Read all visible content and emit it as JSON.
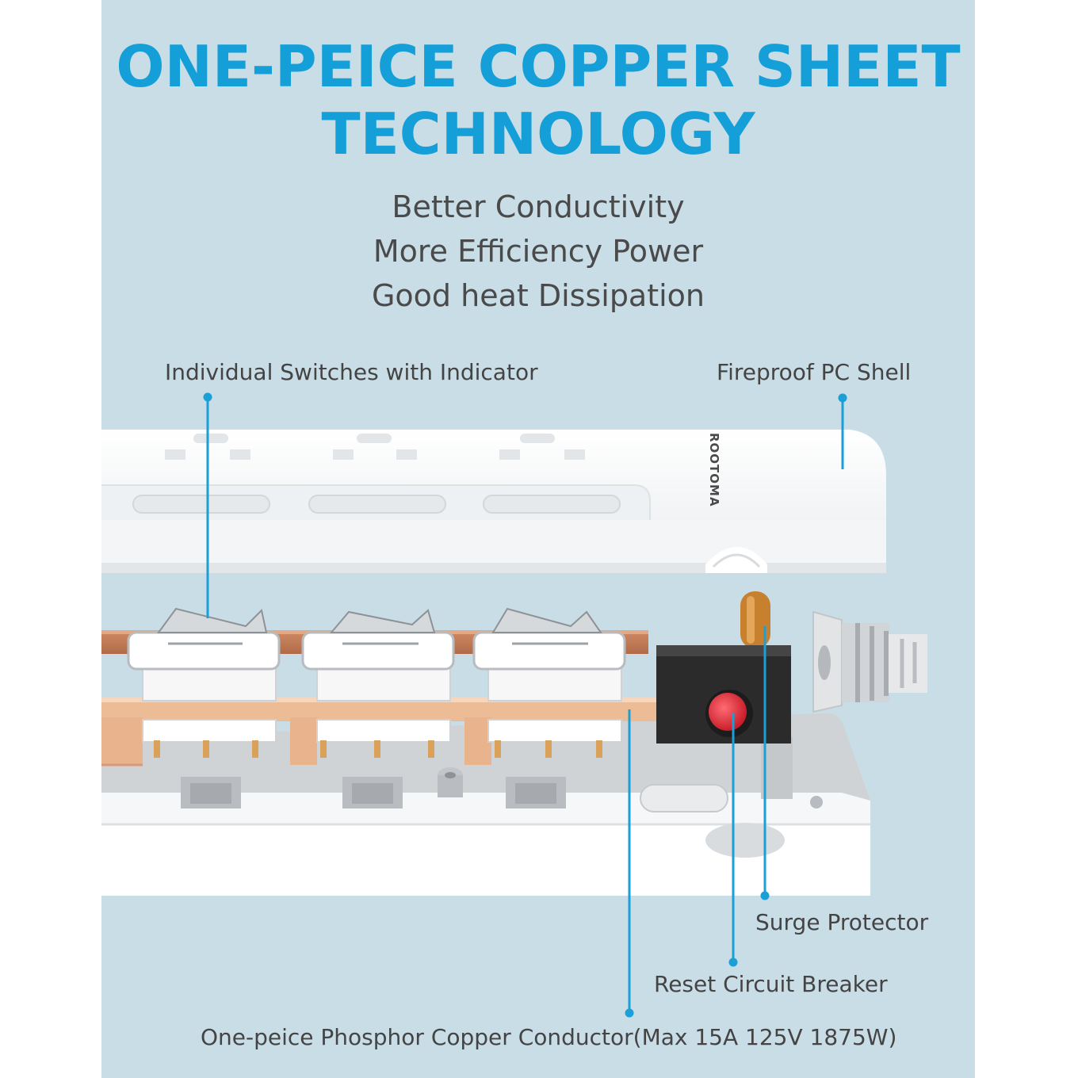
{
  "header": {
    "title_line1": "ONE-PEICE COPPER SHEET",
    "title_line2": "TECHNOLOGY"
  },
  "benefits": [
    "Better Conductivity",
    "More Efficiency Power",
    "Good heat Dissipation"
  ],
  "callouts": {
    "switches": "Individual Switches with Indicator",
    "shell": "Fireproof PC Shell",
    "surge": "Surge Protector",
    "reset": "Reset Circuit Breaker",
    "conductor": "One-peice Phosphor Copper Conductor(Max 15A 125V 1875W)"
  },
  "brand": "ROOTOMA",
  "colors": {
    "accent": "#149fd9",
    "background": "#c9dde7",
    "copper": "#e8b58f",
    "reset_button": "#e2323e"
  }
}
